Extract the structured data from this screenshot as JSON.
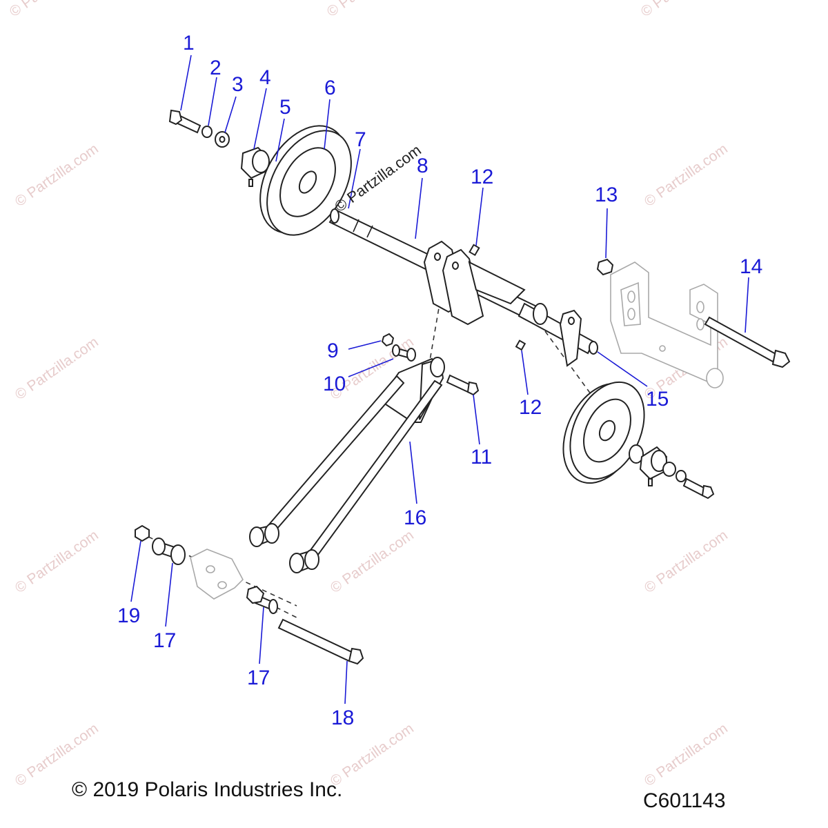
{
  "watermark": "© Partzilla.com",
  "center_watermark": "© Partzilla.com",
  "copyright": "© 2019 Polaris Industries Inc.",
  "drawing_number": "C601143",
  "colors": {
    "callout": "#1a1ad6",
    "watermark": "#e7cccc",
    "line": "#222222"
  },
  "callouts": [
    {
      "id": "c1",
      "label": "1"
    },
    {
      "id": "c2",
      "label": "2"
    },
    {
      "id": "c3",
      "label": "3"
    },
    {
      "id": "c4",
      "label": "4"
    },
    {
      "id": "c5",
      "label": "5"
    },
    {
      "id": "c6",
      "label": "6"
    },
    {
      "id": "c7",
      "label": "7"
    },
    {
      "id": "c8",
      "label": "8"
    },
    {
      "id": "c9",
      "label": "9"
    },
    {
      "id": "c10",
      "label": "10"
    },
    {
      "id": "c11",
      "label": "11"
    },
    {
      "id": "c12a",
      "label": "12"
    },
    {
      "id": "c12b",
      "label": "12"
    },
    {
      "id": "c13",
      "label": "13"
    },
    {
      "id": "c14",
      "label": "14"
    },
    {
      "id": "c15",
      "label": "15"
    },
    {
      "id": "c16",
      "label": "16"
    },
    {
      "id": "c17a",
      "label": "17"
    },
    {
      "id": "c17b",
      "label": "17"
    },
    {
      "id": "c18",
      "label": "18"
    },
    {
      "id": "c19",
      "label": "19"
    }
  ]
}
